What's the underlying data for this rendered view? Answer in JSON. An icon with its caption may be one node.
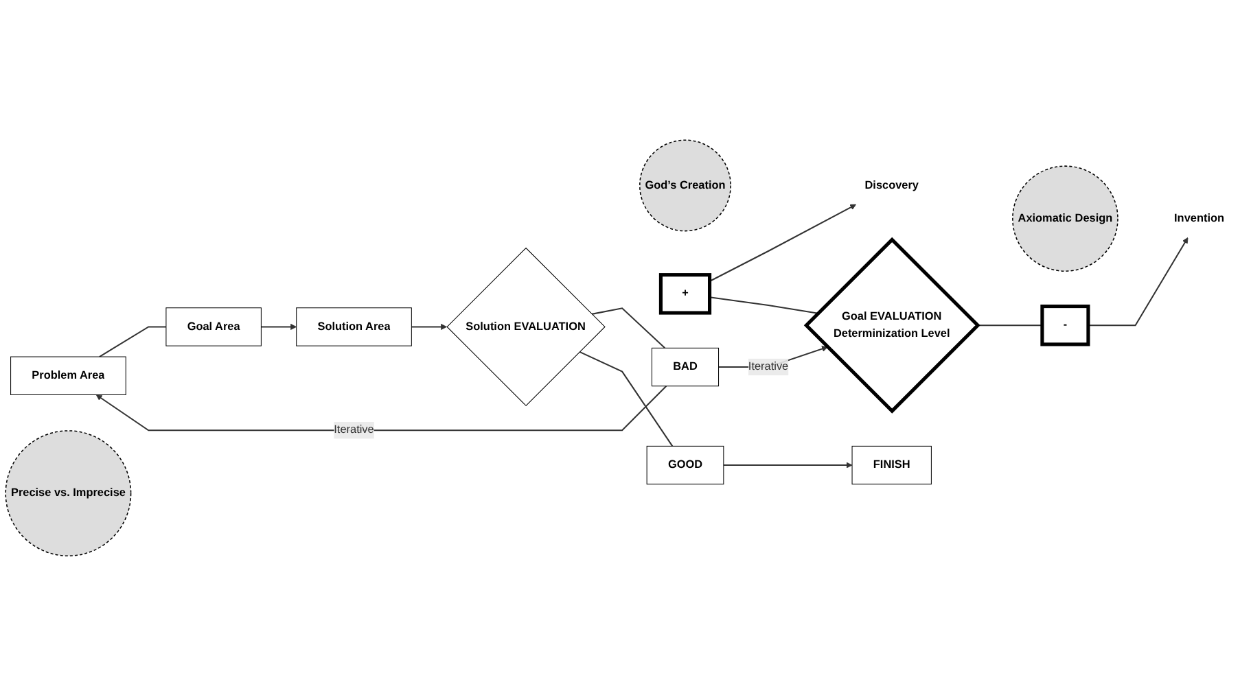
{
  "diagram": {
    "nodes": [
      {
        "text": [
          "Problem Area"
        ]
      },
      {
        "text": [
          "God’s Creation"
        ]
      },
      {
        "text": [
          "Goal Area"
        ]
      },
      {
        "text": [
          "Precise vs. Imprecise"
        ]
      },
      {
        "text": [
          "Axiomatic Design"
        ]
      },
      {
        "text": [
          "Solution Area"
        ]
      },
      {
        "text": [
          "Discovery"
        ]
      },
      {
        "text": [
          "Invention"
        ]
      },
      {
        "text": [
          "+"
        ]
      },
      {
        "text": [
          "Goal EVALUATION",
          "Determinization Level"
        ]
      },
      {
        "text": [
          "-"
        ]
      },
      {
        "text": [
          "BAD"
        ]
      },
      {
        "text": [
          "Solution EVALUATION"
        ]
      },
      {
        "text": [
          "GOOD"
        ]
      },
      {
        "text": [
          "FINISH"
        ]
      }
    ],
    "edges": [
      {
        "from": 0,
        "to": 2,
        "arrow": "none"
      },
      {
        "from": 2,
        "to": 5,
        "arrow": "to"
      },
      {
        "from": 8,
        "to": 6,
        "arrow": "to"
      },
      {
        "from": 10,
        "to": 7,
        "arrow": "to"
      },
      {
        "from": 8,
        "to": 9,
        "arrow": "none"
      },
      {
        "from": 9,
        "to": 10,
        "arrow": "none"
      },
      {
        "from": 5,
        "to": 12,
        "arrow": "to"
      },
      {
        "from": 12,
        "to": 11,
        "arrow": "none"
      },
      {
        "from": 12,
        "to": 13,
        "arrow": "none"
      },
      {
        "from": 13,
        "to": 14,
        "arrow": "to"
      },
      {
        "from": 11,
        "to": 9,
        "arrow": "to",
        "label": "Iterative"
      },
      {
        "from": 11,
        "to": 0,
        "arrow": "to",
        "label": "Iterative"
      }
    ]
  }
}
